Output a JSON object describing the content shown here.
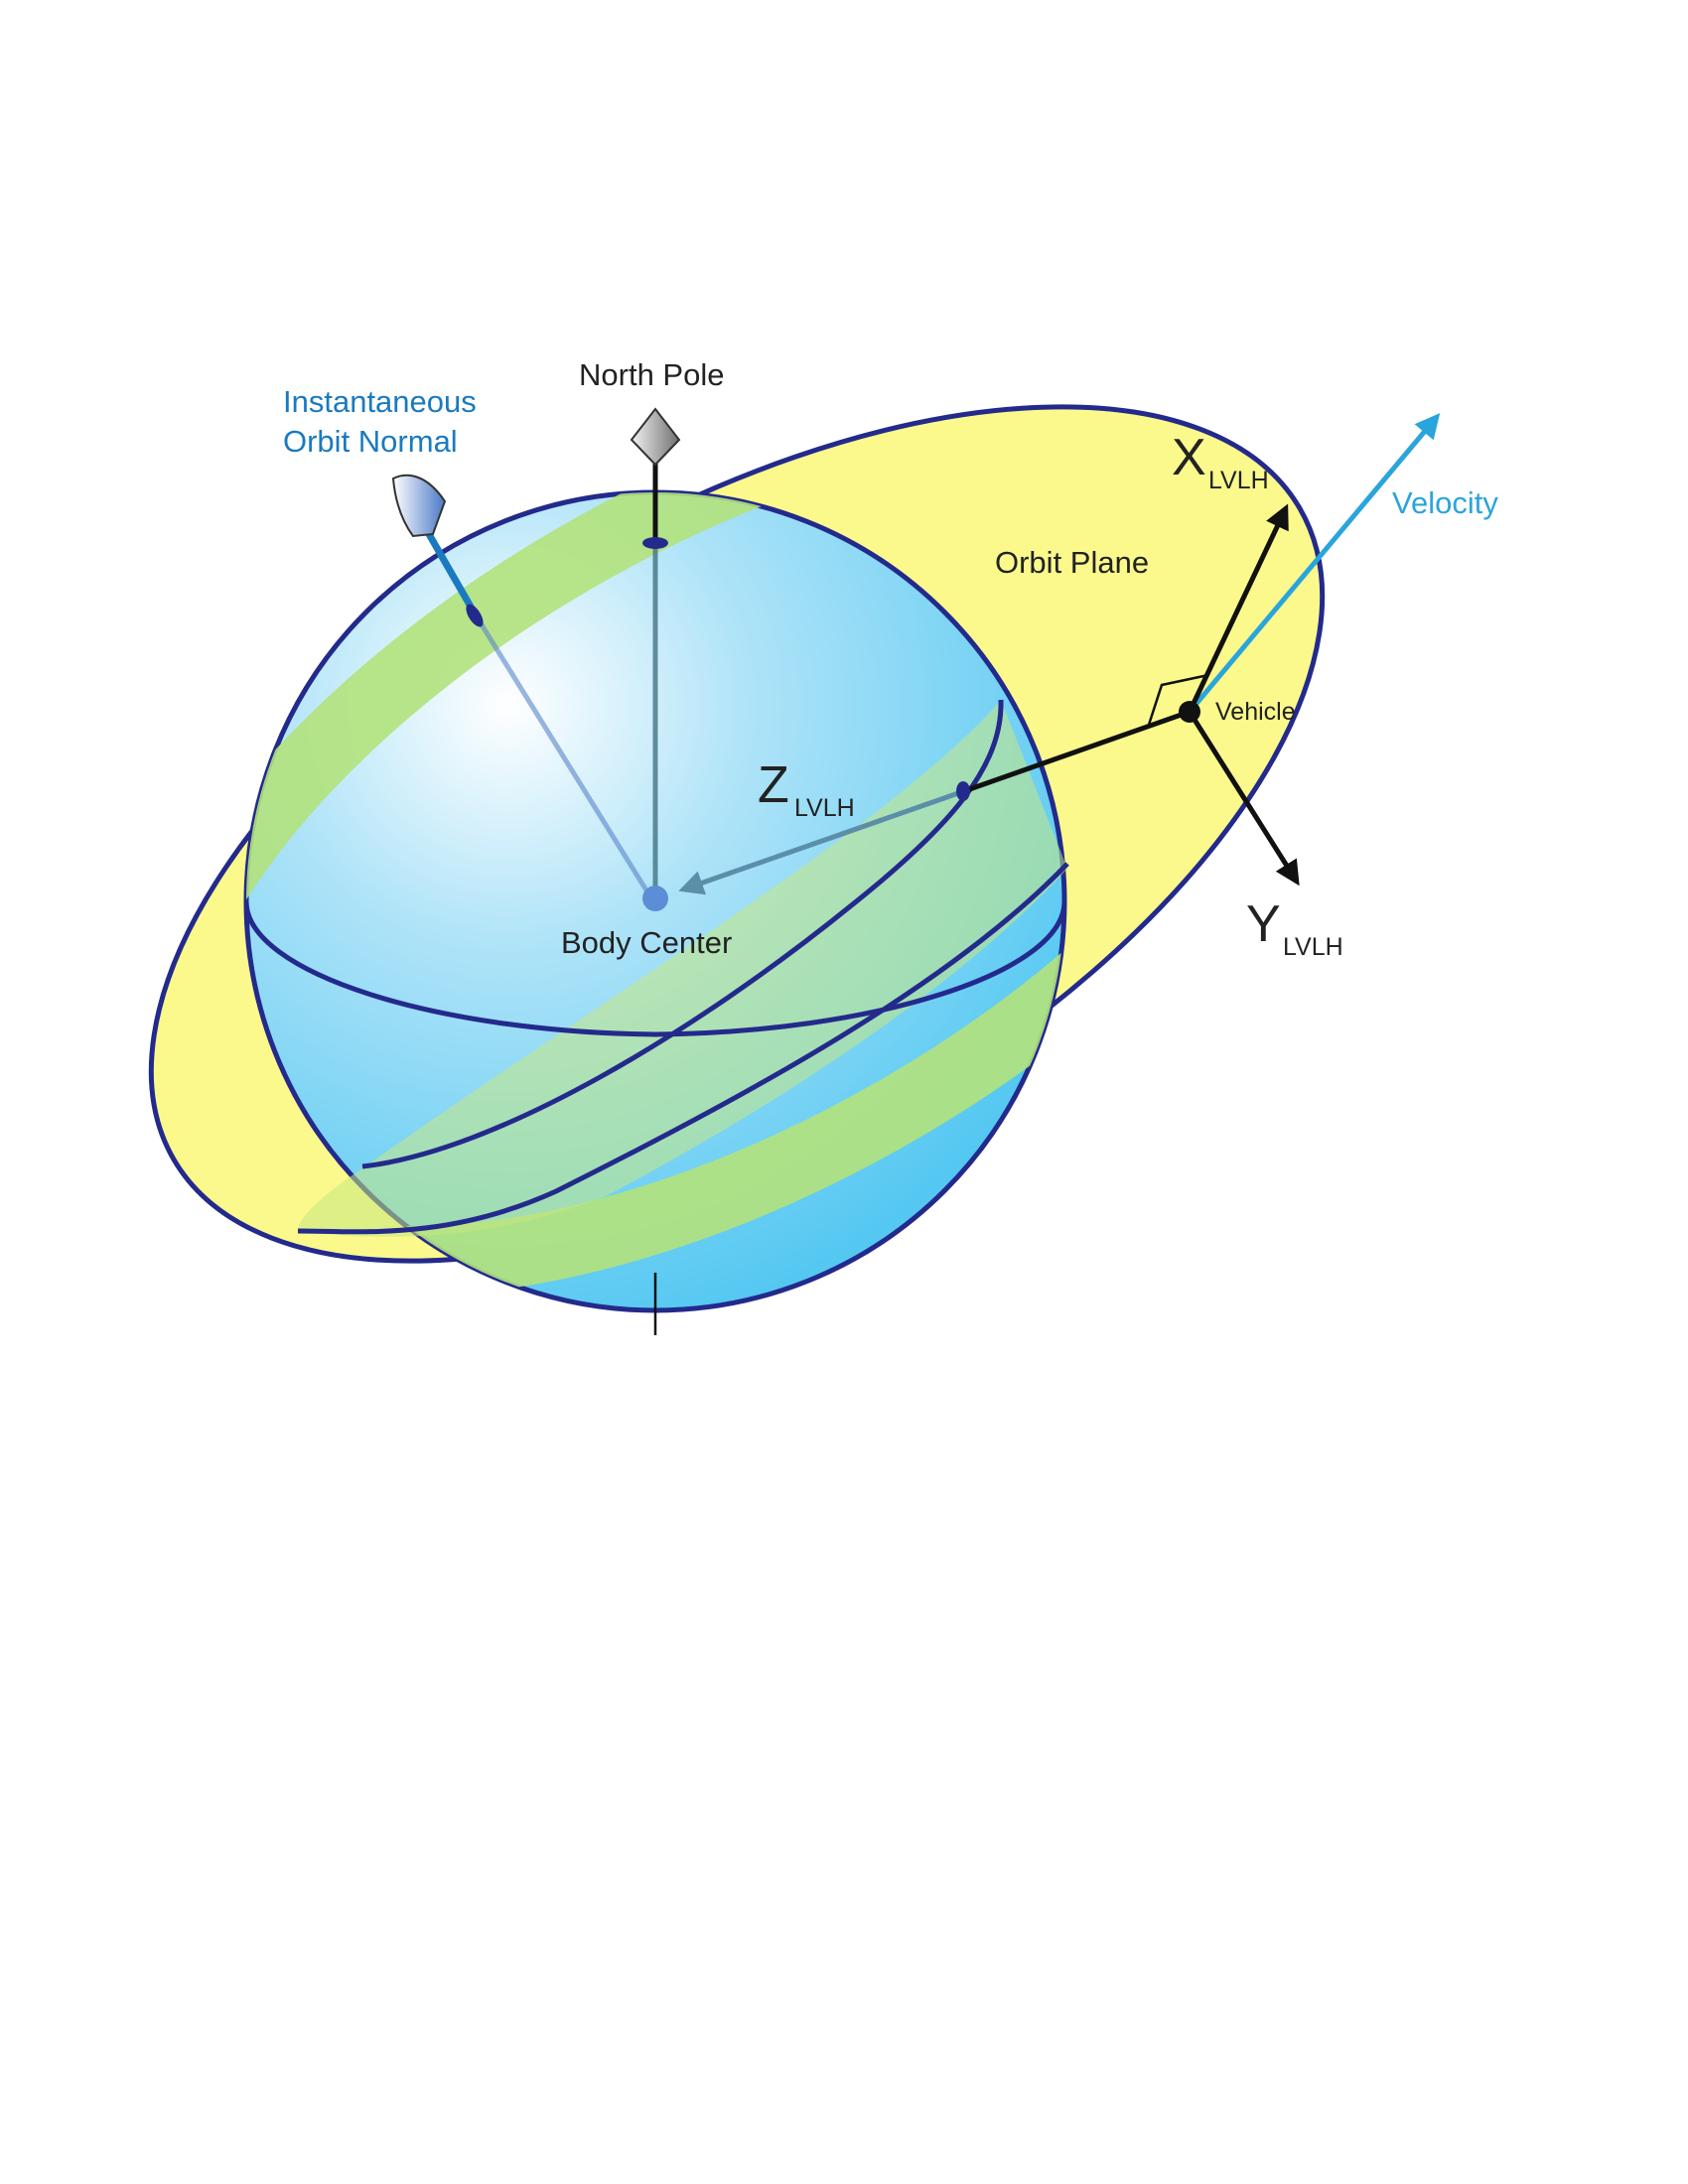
{
  "labels": {
    "instantaneous_orbit_normal_line1": "Instantaneous",
    "instantaneous_orbit_normal_line2": "Orbit Normal",
    "north_pole": "North Pole",
    "orbit_plane": "Orbit Plane",
    "velocity": "Velocity",
    "vehicle": "Vehicle",
    "body_center": "Body Center",
    "x_axis": "X",
    "y_axis": "Y",
    "z_axis": "Z",
    "axis_subscript": "LVLH"
  },
  "colors": {
    "sphere_outline": "#232a8c",
    "sphere_light": "#ffffff",
    "sphere_mid": "#9fdcf7",
    "sphere_dark": "#55c8f2",
    "orbit_plane_fill": "#fbf98c",
    "orbit_intersection_fill": "#b2e27c",
    "velocity_arrow": "#2aa5dc",
    "orbit_normal_arrow": "#1a7ac0",
    "axis_arrow": "#111111",
    "label_blue": "#1a7ac0"
  },
  "icons": {
    "north_pole_marker": "diamond-pointer-icon",
    "orbit_normal_marker": "cone-pointer-icon"
  }
}
